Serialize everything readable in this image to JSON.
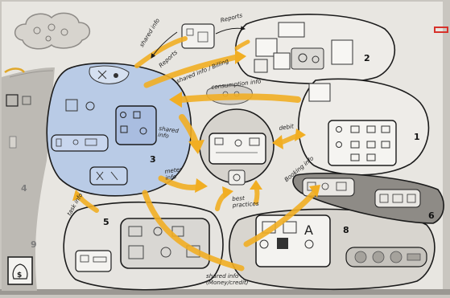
{
  "diagram": {
    "zone_numbers": {
      "z1": "1",
      "z2": "2",
      "z3": "3",
      "z4": "4",
      "z5": "5",
      "z6": "6",
      "z8": "8",
      "z9": "9"
    },
    "flow_labels": {
      "shared_info_top": "shared info",
      "reports_top": "Reports",
      "reports_mid": "Reports",
      "shared_info_billing": "shared info / Billing",
      "consumption_info": "consumption info",
      "shared_info_center": "shared info",
      "meter_info": "meter info",
      "debit": "debit",
      "booking_info": "Booking info",
      "task_info": "task info",
      "best_practices": "best practices",
      "shared_info_bottom": "shared info (Money/credit)"
    },
    "colors": {
      "paper": "#e8e6e1",
      "zone3_fill": "#b9cbe6",
      "arrow": "#f1ae23",
      "ink": "#1b1b1b"
    }
  }
}
